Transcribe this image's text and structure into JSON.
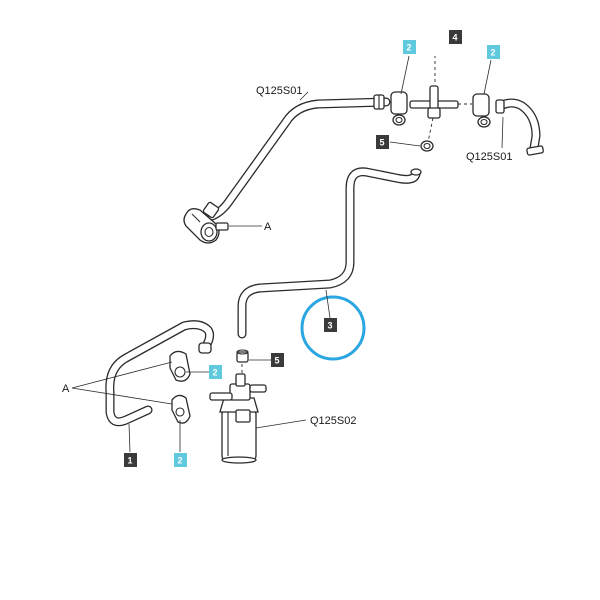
{
  "refs": {
    "q125s01_top": "Q125S01",
    "q125s01_right": "Q125S01",
    "q125s02": "Q125S02",
    "a_top": "A",
    "a_bottom": "A"
  },
  "callouts": [
    {
      "id": "callout-2-top-left",
      "number": "2",
      "style": "cyan"
    },
    {
      "id": "callout-4",
      "number": "4",
      "style": "dark"
    },
    {
      "id": "callout-2-top-right",
      "number": "2",
      "style": "cyan"
    },
    {
      "id": "callout-5-top",
      "number": "5",
      "style": "dark"
    },
    {
      "id": "callout-3",
      "number": "3",
      "style": "dark"
    },
    {
      "id": "callout-5-bottom",
      "number": "5",
      "style": "dark"
    },
    {
      "id": "callout-2-mid",
      "number": "2",
      "style": "cyan"
    },
    {
      "id": "callout-1",
      "number": "1",
      "style": "dark"
    },
    {
      "id": "callout-2-bottom",
      "number": "2",
      "style": "cyan"
    }
  ],
  "colors": {
    "cyan_badge": "#5fc9dd",
    "dark_badge": "#3a3a3a",
    "highlight_circle": "#2aa6e0",
    "line": "#2b2b2b"
  }
}
